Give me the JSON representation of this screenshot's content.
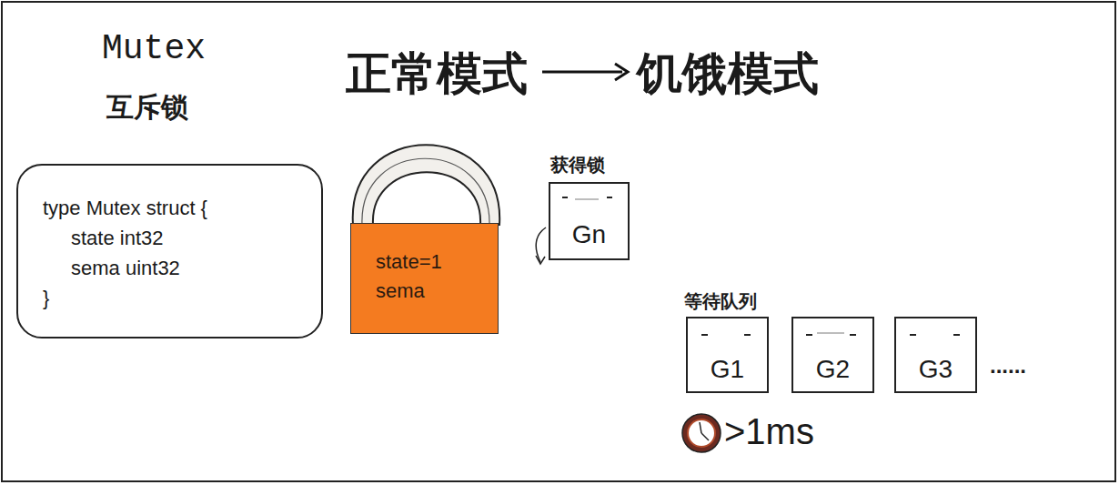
{
  "diagram": {
    "nodes": [
      {
        "text": [
          "type Mutex struct {",
          "state int32",
          "sema uint32",
          "}"
        ]
      },
      {
        "text": [
          "state=1",
          "sema"
        ]
      },
      {
        "text": [
          "获得锁",
          "Gn"
        ]
      },
      {
        "text": [
          "G1"
        ]
      },
      {
        "text": [
          "G2"
        ]
      },
      {
        "text": [
          "G3"
        ]
      }
    ],
    "labels": [
      "Mutex",
      "互斥锁",
      "正常模式",
      "饥饿模式",
      "等待队列",
      "......",
      ">1ms"
    ]
  }
}
